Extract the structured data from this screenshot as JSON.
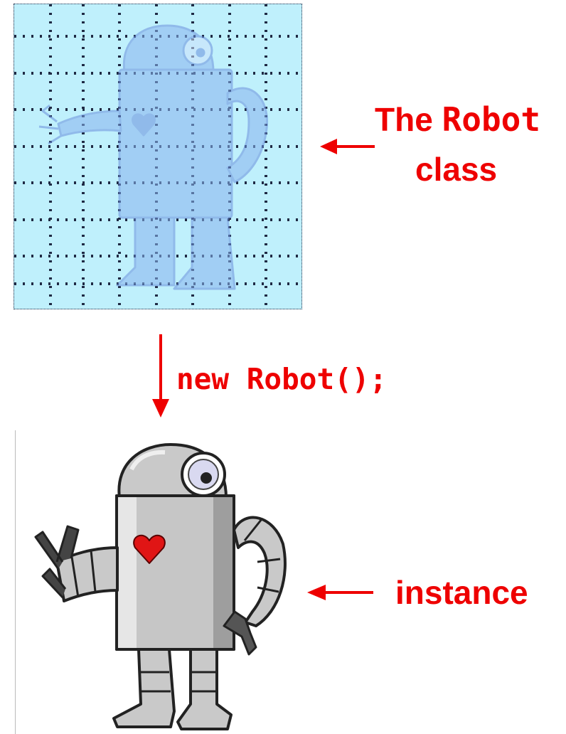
{
  "labels": {
    "class_word_the": "The",
    "class_word_robot": "Robot",
    "class_word_class": "class",
    "constructor_call": "new Robot();",
    "instance": "instance"
  },
  "colors": {
    "accent_red": "#ee0000",
    "blueprint_fill": "#bff0fc",
    "blueprint_grid": "#1f2a44",
    "robot_metal": "#c9c9c9",
    "robot_outline": "#222222",
    "heart": "#e01515"
  },
  "icons": {
    "class_robot": "robot-blueprint-icon",
    "instance_robot": "robot-icon",
    "arrow_to_class": "arrow-left-icon",
    "arrow_to_instance": "arrow-left-icon",
    "instantiate_arrow": "arrow-down-icon"
  }
}
